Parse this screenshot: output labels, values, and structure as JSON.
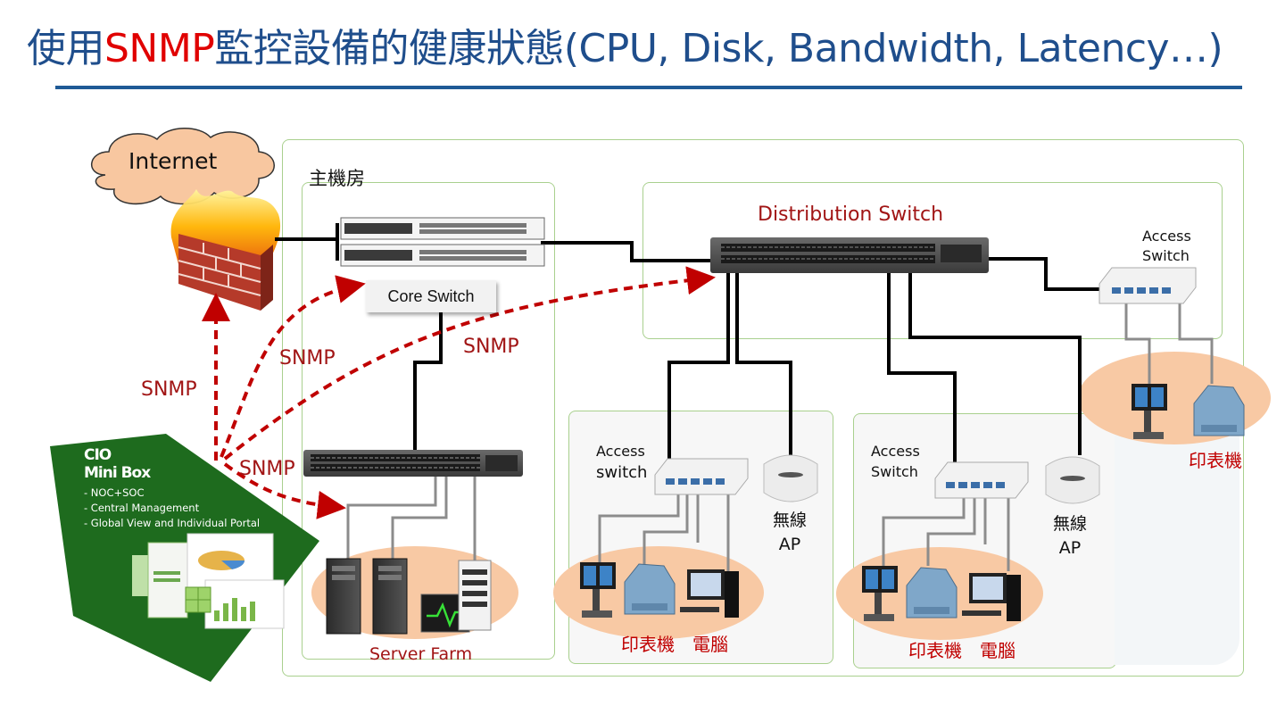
{
  "title": {
    "prefix": "使用",
    "highlight": "SNMP",
    "suffix": "監控設備的健康狀態(CPU, Disk, Bandwidth, Latency…)"
  },
  "labels": {
    "internet": "Internet",
    "main_room": "主機房",
    "core_switch": "Core Switch",
    "distribution_switch": "Distribution Switch",
    "access_switch_top_line1": "Access",
    "access_switch_top_line2": "Switch",
    "access_switch_left_line1": "Access",
    "access_switch_left_line2": "switch",
    "access_switch_mid_line1": "Access",
    "access_switch_mid_line2": "Switch",
    "wireless_ap_1_line1": "無線",
    "wireless_ap_1_line2": "AP",
    "wireless_ap_2_line1": "無線",
    "wireless_ap_2_line2": "AP",
    "server_farm": "Server Farm",
    "printer_top": "印表機",
    "printer_1": "印表機",
    "pc_1": "電腦",
    "printer_2": "印表機",
    "pc_2": "電腦",
    "snmp_1": "SNMP",
    "snmp_2": "SNMP",
    "snmp_3": "SNMP",
    "snmp_4": "SNMP"
  },
  "cio": {
    "line1": "CIO",
    "line2": "Mini Box",
    "items": [
      "- NOC+SOC",
      "- Central Management",
      "- Global View and Individual Portal"
    ]
  },
  "colors": {
    "title": "#1f4e8c",
    "accent_red": "#e00000",
    "snmp_arrow": "#c00000",
    "cio_green": "#1e6b1e",
    "zone_border": "#a9d08e",
    "peach": "#f8c9a4"
  }
}
